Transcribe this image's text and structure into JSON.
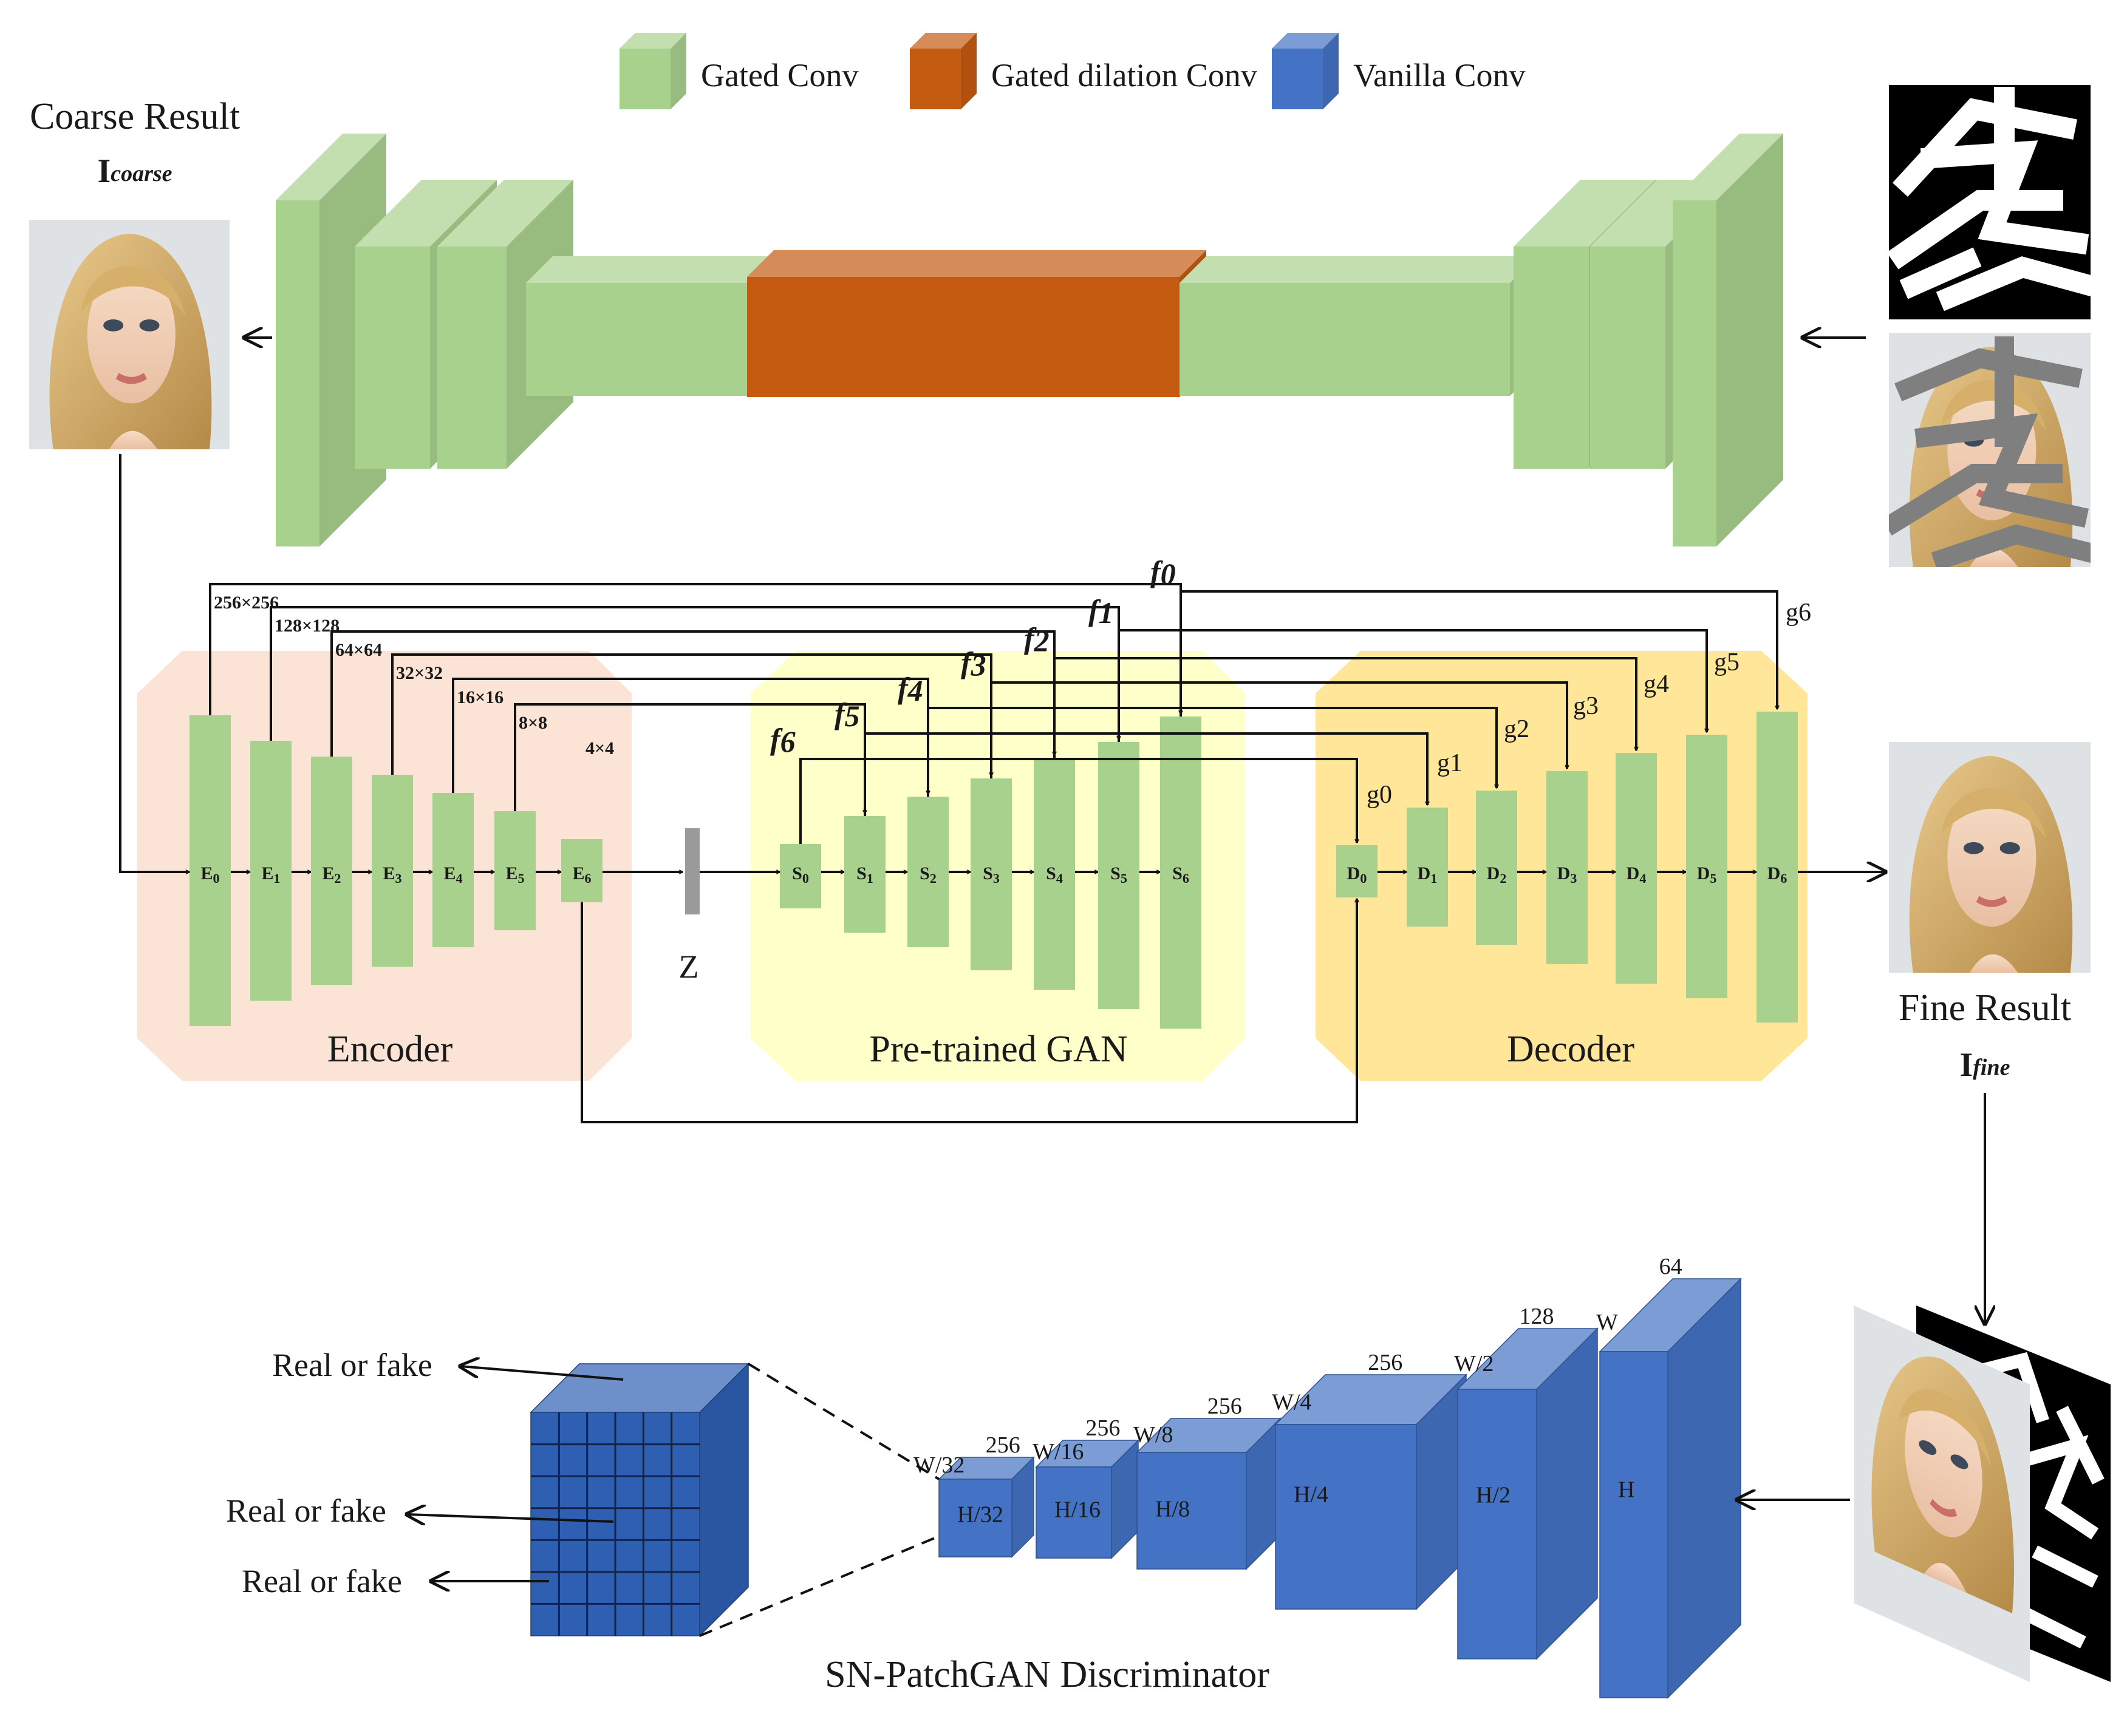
{
  "legend": [
    {
      "label": "Gated Conv",
      "color": "#a9d18e"
    },
    {
      "label": "Gated dilation Conv",
      "color": "#c55a11"
    },
    {
      "label": "Vanilla Conv",
      "color": "#4472c4"
    }
  ],
  "coarse": {
    "title": "Coarse Result",
    "sym": "I",
    "sub": "coarse"
  },
  "fine": {
    "title": "Fine Result",
    "sym": "I",
    "sub": "fine"
  },
  "modules": {
    "encoder": "Encoder",
    "gan": "Pre-trained GAN",
    "decoder": "Decoder"
  },
  "latent": "Z",
  "encoder_nodes": [
    "E",
    "E",
    "E",
    "E",
    "E",
    "E",
    "E"
  ],
  "gan_nodes": [
    "S",
    "S",
    "S",
    "S",
    "S",
    "S",
    "S"
  ],
  "decoder_nodes": [
    "D",
    "D",
    "D",
    "D",
    "D",
    "D",
    "D"
  ],
  "node_subscripts": [
    "0",
    "1",
    "2",
    "3",
    "4",
    "5",
    "6"
  ],
  "resolutions": [
    "256×256",
    "128×128",
    "64×64",
    "32×32",
    "16×16",
    "8×8",
    "4×4"
  ],
  "f_labels": [
    "0",
    "1",
    "2",
    "3",
    "4",
    "5",
    "6"
  ],
  "f_letter": "f",
  "g_labels": [
    "g0",
    "g1",
    "g2",
    "g3",
    "g4",
    "g5",
    "g6"
  ],
  "discriminator": {
    "title": "SN-PatchGAN Discriminator",
    "outputs": [
      "Real or fake",
      "Real or fake",
      "Real or fake"
    ],
    "blocks": [
      {
        "h": "H/32",
        "w": "W/32",
        "c": "256"
      },
      {
        "h": "H/16",
        "w": "W/16",
        "c": "256"
      },
      {
        "h": "H/8",
        "w": "W/8",
        "c": "256"
      },
      {
        "h": "H/4",
        "w": "W/4",
        "c": "256"
      },
      {
        "h": "H/2",
        "w": "W/2",
        "c": "128"
      },
      {
        "h": "H",
        "w": "W",
        "c": "64"
      }
    ]
  },
  "colors": {
    "gated": "#a9d18e",
    "dilation": "#c55a11",
    "vanilla": "#4472c4",
    "encoder_bg": "#fbe4d5",
    "gan_bg": "#ffffc9",
    "decoder_bg": "#ffe699"
  }
}
